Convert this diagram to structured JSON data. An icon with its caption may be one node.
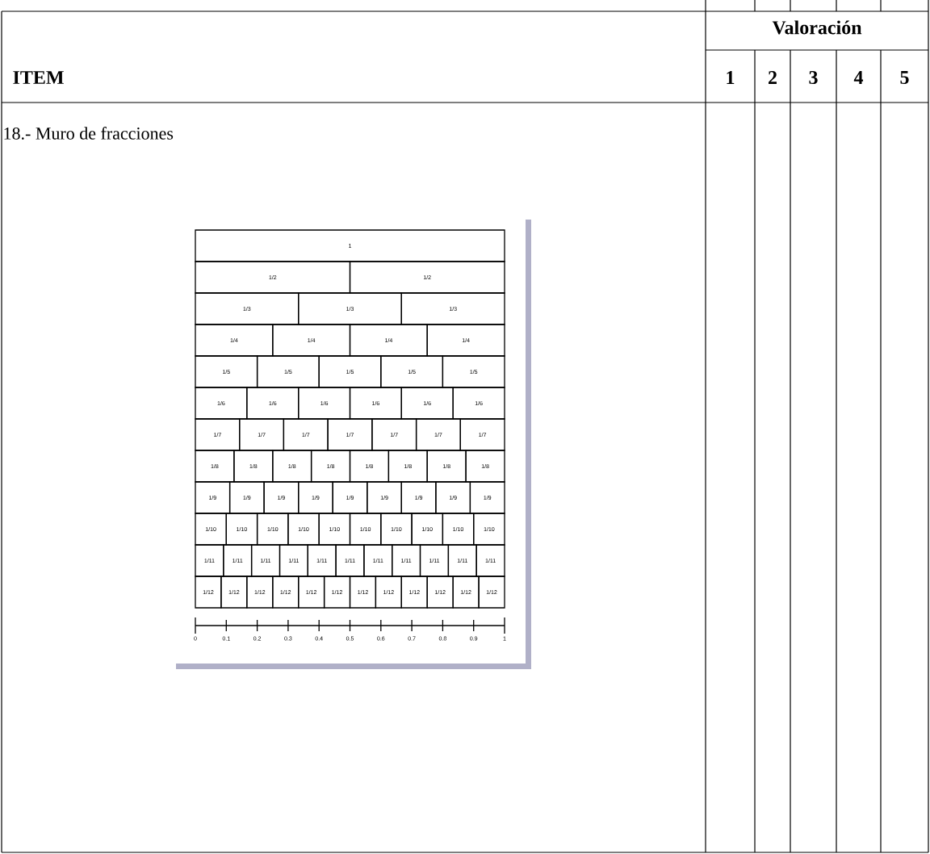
{
  "diagram": {
    "labels": [
      "ITEM",
      "Valoración",
      "1",
      "2",
      "3",
      "4",
      "5",
      "18.- Muro de fracciones",
      "1",
      "1/2",
      "1/2",
      "1/3",
      "1/3",
      "1/3",
      "1/4",
      "1/4",
      "1/4",
      "1/4",
      "1/5",
      "1/5",
      "1/5",
      "1/5",
      "1/5",
      "1/6",
      "1/6",
      "1/6",
      "1/6",
      "1/6",
      "1/6",
      "1/7",
      "1/7",
      "1/7",
      "1/7",
      "1/7",
      "1/7",
      "1/7",
      "1/8",
      "1/8",
      "1/8",
      "1/8",
      "1/8",
      "1/8",
      "1/8",
      "1/8",
      "1/9",
      "1/9",
      "1/9",
      "1/9",
      "1/9",
      "1/9",
      "1/9",
      "1/9",
      "1/9",
      "1/10",
      "1/10",
      "1/10",
      "1/10",
      "1/10",
      "1/10",
      "1/10",
      "1/10",
      "1/10",
      "1/10",
      "1/11",
      "1/11",
      "1/11",
      "1/11",
      "1/11",
      "1/11",
      "1/11",
      "1/11",
      "1/11",
      "1/11",
      "1/11",
      "1/12",
      "1/12",
      "1/12",
      "1/12",
      "1/12",
      "1/12",
      "1/12",
      "1/12",
      "1/12",
      "1/12",
      "1/12",
      "1/12",
      "0",
      "0.1",
      "0.2",
      "0.3",
      "0.4",
      "0.5",
      "0.6",
      "0.7",
      "0.8",
      "0.9",
      "1"
    ]
  }
}
